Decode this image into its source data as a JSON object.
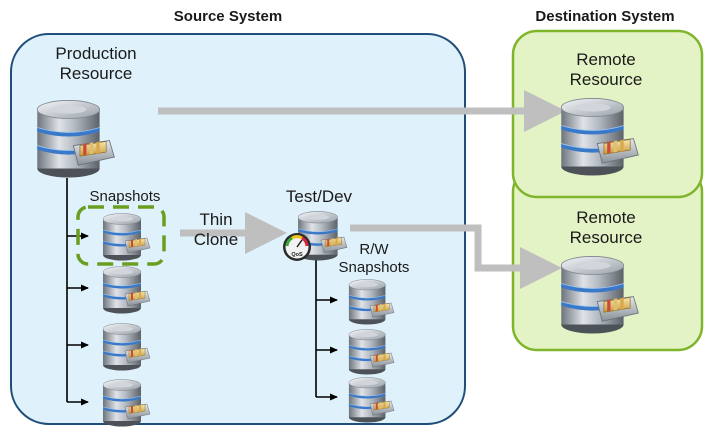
{
  "source": {
    "title": "Source System",
    "production_label": [
      "Production",
      "Resource"
    ],
    "snapshots_label": "Snapshots"
  },
  "clone": {
    "label": [
      "Thin",
      "Clone"
    ],
    "testdev_label": "Test/Dev",
    "qos_badge": "QoS",
    "rw_label": [
      "R/W",
      "Snapshots"
    ]
  },
  "destination": {
    "title": "Destination System",
    "remote_top_label": [
      "Remote",
      "Resource"
    ],
    "remote_bottom_label": [
      "Remote",
      "Resource"
    ]
  },
  "colors": {
    "source_fill": "#dff1fb",
    "source_border": "#1f4e79",
    "dest_fill": "#e4f3c6",
    "dest_border": "#7fb52a",
    "arrow": "#bfbfbf",
    "snapshot_highlight": "#6a9e1f",
    "tree_line": "#000000"
  },
  "icons": {
    "database": "database-server-icon",
    "gauge": "qos-gauge-icon"
  }
}
